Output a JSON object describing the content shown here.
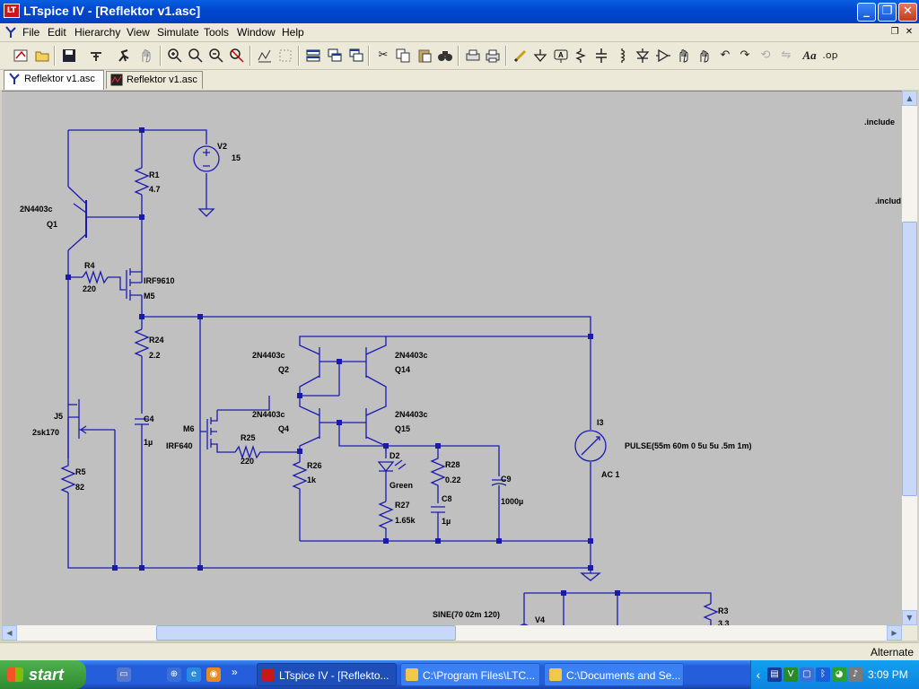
{
  "window": {
    "title": "LTspice IV - [Reflektor v1.asc]",
    "app_icon": "LT",
    "buttons": {
      "minimize": "_",
      "maximize": "❐",
      "close": "✕"
    }
  },
  "menu": {
    "items": [
      "File",
      "Edit",
      "Hierarchy",
      "View",
      "Simulate",
      "Tools",
      "Window",
      "Help"
    ],
    "doc_restore": "❐",
    "doc_close": "✕"
  },
  "toolbar": {
    "icons": [
      "schematic-icon",
      "open-icon",
      "save-icon",
      "control-panel-icon",
      "run-icon",
      "halt-icon",
      "zoom-in-icon",
      "zoom-pan-icon",
      "zoom-out-icon",
      "zoom-fit-icon",
      "autoscale-icon",
      "grid-icon",
      "tile-horizontal-icon",
      "cascade-icon",
      "tile-vertical-icon",
      "cut-icon",
      "copy-icon",
      "paste-icon",
      "find-icon",
      "print-setup-icon",
      "print-icon",
      "wire-icon",
      "ground-icon",
      "label-icon",
      "resistor-icon",
      "capacitor-icon",
      "inductor-icon",
      "diode-icon",
      "component-icon",
      "move-icon",
      "drag-icon",
      "undo-icon",
      "redo-icon",
      "rotate-icon",
      "mirror-icon",
      "text-icon",
      "spice-directive-icon"
    ]
  },
  "tabs": [
    {
      "label": "Reflektor v1.asc",
      "icon": "schematic-icon",
      "active": true
    },
    {
      "label": "Reflektor v1.asc",
      "icon": "waveform-icon",
      "active": false
    }
  ],
  "schematic": {
    "directives": [
      ".include",
      ".includ"
    ],
    "labels": {
      "v2": "V2",
      "v2_val": "15",
      "r1": "R1",
      "r1_val": "4.7",
      "q1_model": "2N4403c",
      "q1": "Q1",
      "r4": "R4",
      "r4_val": "220",
      "m5_model": "IRF9610",
      "m5": "M5",
      "r24": "R24",
      "r24_val": "2.2",
      "j5": "J5",
      "j5_model": "2sk170",
      "r5": "R5",
      "r5_val": "82",
      "c4": "C4",
      "c4_val": "1µ",
      "m6": "M6",
      "m6_model": "IRF640",
      "r25": "R25",
      "r25_val": "220",
      "q2_model": "2N4403c",
      "q2": "Q2",
      "q14_model": "2N4403c",
      "q14": "Q14",
      "q4_model": "2N4403c",
      "q4": "Q4",
      "q15_model": "2N4403c",
      "q15": "Q15",
      "r26": "R26",
      "r26_val": "1k",
      "d2": "D2",
      "d2_model": "Green",
      "r27": "R27",
      "r27_val": "1.65k",
      "r28": "R28",
      "r28_val": "0.22",
      "c8": "C8",
      "c8_val": "1µ",
      "c9": "C9",
      "c9_val": "1000µ",
      "i3": "I3",
      "i3_pulse": "PULSE(55m 60m 0 5u 5u .5m 1m)",
      "i3_ac": "AC 1",
      "v4_sine": "SINE(70 02m 120)",
      "v4": "V4",
      "r3": "R3",
      "r3_val": "3.3"
    }
  },
  "status": {
    "text": "Alternate"
  },
  "taskbar": {
    "start": "start",
    "tasks": [
      {
        "label": "LTspice IV - [Reflekto...",
        "active": true
      },
      {
        "label": "C:\\Program Files\\LTC...",
        "active": false
      },
      {
        "label": "C:\\Documents and Se...",
        "active": false
      }
    ],
    "quick_launch_more": "»",
    "clock": "3:09 PM"
  }
}
